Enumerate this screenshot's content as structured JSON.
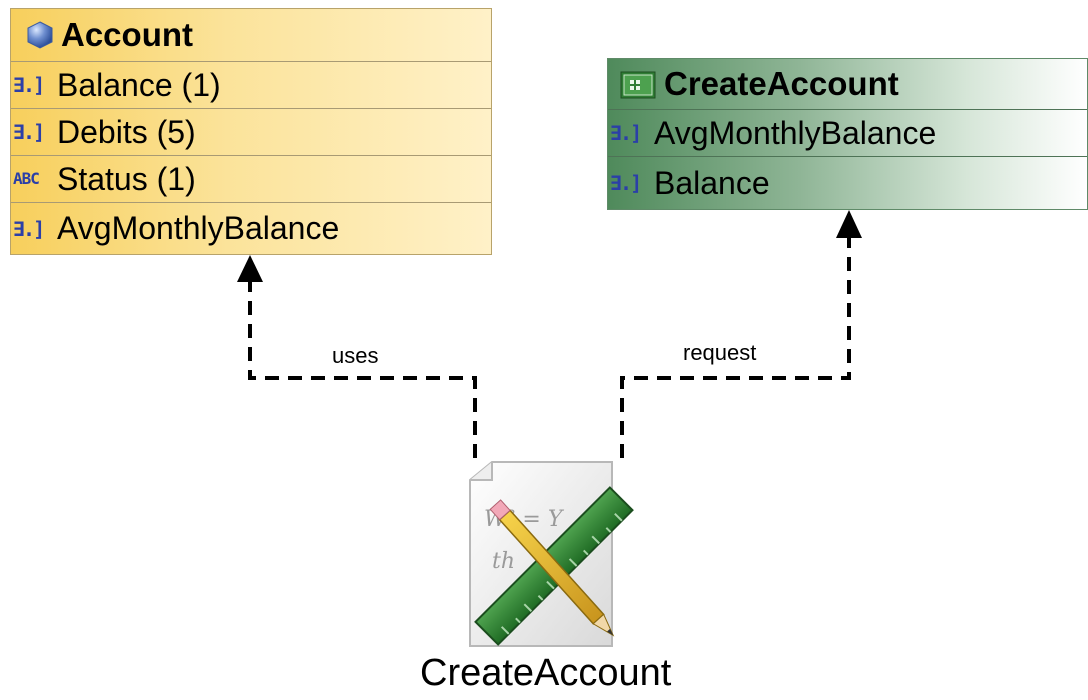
{
  "account": {
    "title": "Account",
    "attributes": [
      {
        "label": "Balance (1)",
        "icon": "number-attribute-icon"
      },
      {
        "label": "Debits (5)",
        "icon": "number-attribute-icon"
      },
      {
        "label": "Status (1)",
        "icon": "text-attribute-icon"
      },
      {
        "label": "AvgMonthlyBalance",
        "icon": "number-attribute-icon"
      }
    ]
  },
  "create_entity": {
    "title": "CreateAccount",
    "attributes": [
      {
        "label": "AvgMonthlyBalance",
        "icon": "number-attribute-icon"
      },
      {
        "label": "Balance",
        "icon": "number-attribute-icon"
      }
    ]
  },
  "edges": {
    "uses_label": "uses",
    "request_label": "request"
  },
  "rule": {
    "caption": "CreateAccount",
    "icon": "rule-document-icon"
  },
  "colors": {
    "account_fill": "#fbe39a",
    "create_fill": "#4f8a5b",
    "icon_blue": "#2b3fa8"
  }
}
